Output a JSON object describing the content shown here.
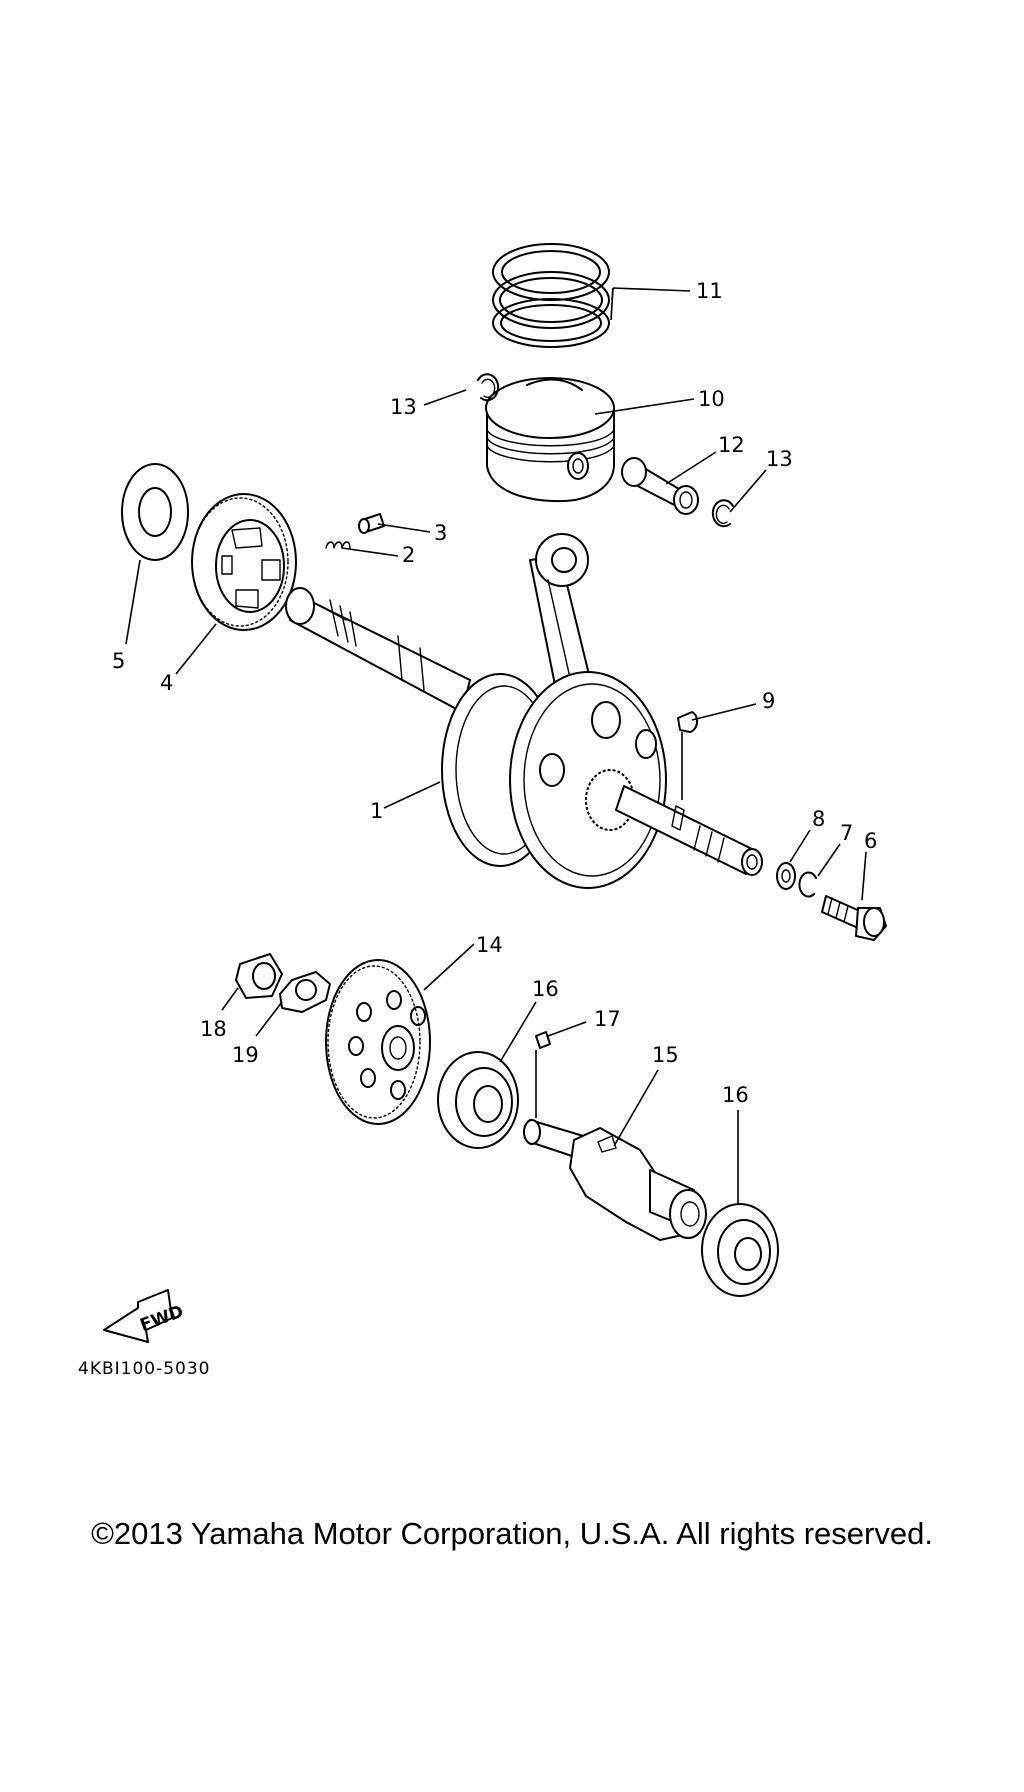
{
  "diagram": {
    "code": "4KBI100-5030",
    "fwd_label": "FWD",
    "callouts": [
      "1",
      "2",
      "3",
      "4",
      "5",
      "6",
      "7",
      "8",
      "9",
      "10",
      "11",
      "12",
      "13",
      "13",
      "14",
      "15",
      "16",
      "16",
      "17",
      "18",
      "19"
    ]
  },
  "footer": {
    "copyright": "©2013 Yamaha Motor Corporation, U.S.A. All rights reserved."
  }
}
